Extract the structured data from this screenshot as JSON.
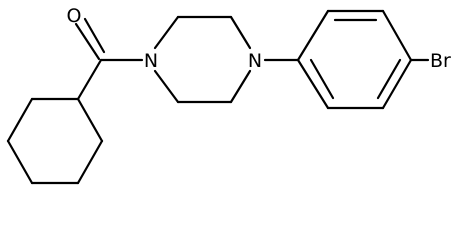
{
  "molecule": {
    "atoms": {
      "O": "O",
      "N1": "N",
      "N2": "N",
      "Br": "Br"
    }
  }
}
